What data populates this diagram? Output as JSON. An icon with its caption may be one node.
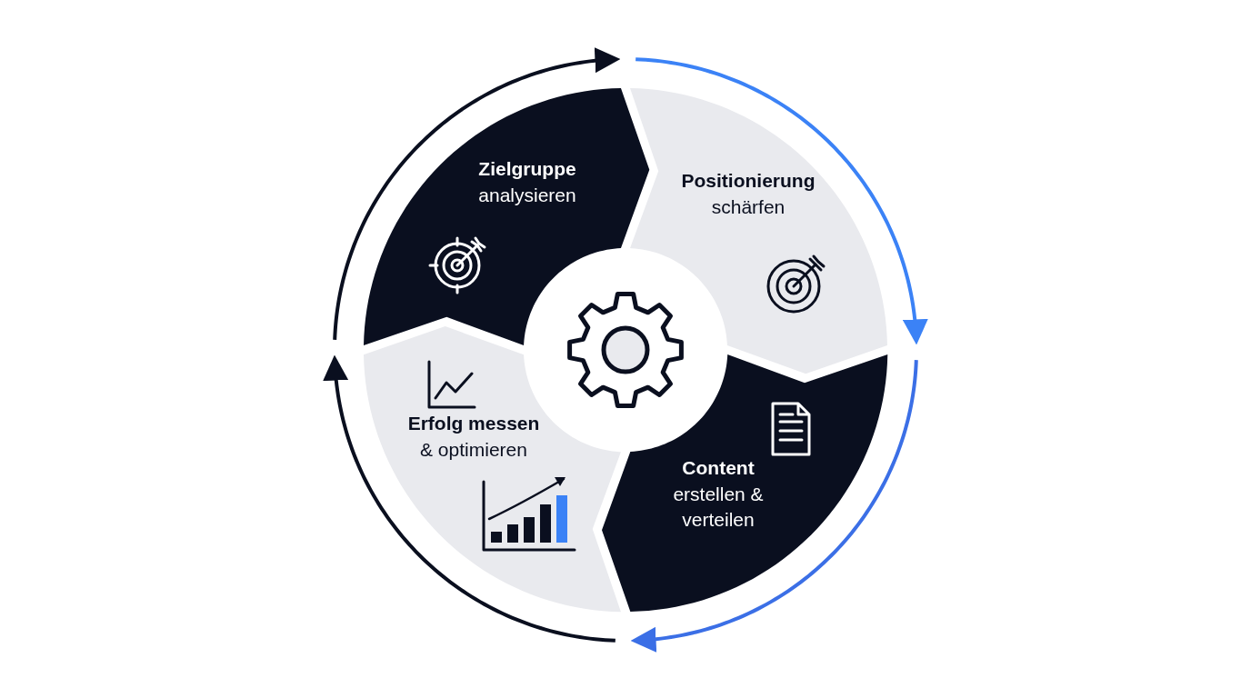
{
  "diagram": {
    "nodes": [
      {
        "text": [
          "Zielgruppe",
          "analysieren"
        ]
      },
      {
        "text": [
          "Positionierung",
          "schärfen"
        ]
      },
      {
        "text": [
          "Content",
          "erstellen & verteilen"
        ]
      },
      {
        "text": [
          "Erfolg messen",
          "& optimieren"
        ]
      }
    ]
  }
}
